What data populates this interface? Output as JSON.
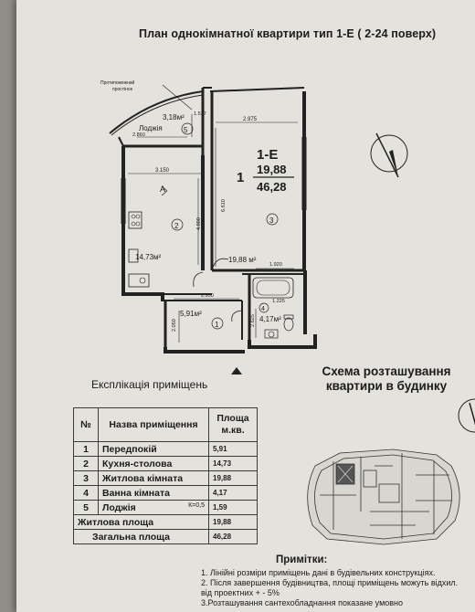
{
  "title": "План однокімнатної квартири тип 1-Е ( 2-24 поверх)",
  "plan": {
    "apartment_type": "1-Е",
    "rooms_count": "1",
    "living_area": "19,88",
    "total_area": "46,28",
    "window_note_line1": "Протипожежний",
    "window_note_line2": "простінок",
    "loggia_label": "Лоджія",
    "labels": {
      "loggia_area": "3,18м²",
      "kitchen_area": "14,73м²",
      "living_room_area": "19,88 м²",
      "hallway_area": "5,91м²",
      "bath_area": "4,17м²",
      "room_1": "1",
      "room_2": "2",
      "room_3": "3",
      "room_4": "4",
      "room_5": "5",
      "arrow_a": "А"
    },
    "dimensions": {
      "d2975": "2.975",
      "d3150": "3.150",
      "d4800": "4.800",
      "d6610": "6.610",
      "d1920": "1.920",
      "d2950": "2.950",
      "d2050": "2.050",
      "d1517": "1.517",
      "d2860": "2.860",
      "d2625": "2.625",
      "d1225": "1.225"
    }
  },
  "explication_title": "Експлікація приміщень",
  "scheme_title_line1": "Схема розташування",
  "scheme_title_line2": "квартири в будинку",
  "table": {
    "col_num": "№",
    "col_name": "Назва приміщення",
    "col_area_line1": "Площа",
    "col_area_line2": "м.кв.",
    "rows": [
      {
        "num": "1",
        "name": "Передпокій",
        "area": "5,91"
      },
      {
        "num": "2",
        "name": "Кухня-столова",
        "area": "14,73"
      },
      {
        "num": "3",
        "name": "Житлова кімната",
        "area": "19,88"
      },
      {
        "num": "4",
        "name": "Ванна кімната",
        "area": "4,17"
      },
      {
        "num": "5",
        "name": "Лоджія",
        "coef": "К=0,5",
        "area": "1,59"
      }
    ],
    "living_label": "Житлова площа",
    "living_value": "19,88",
    "total_label": "Загальна площа",
    "total_value": "46,28"
  },
  "notes": {
    "title": "Примітки:",
    "lines": [
      "1. Лінійні розміри приміщень дані в будівельних конструкціях.",
      "2. Після завершення будівництва, площі приміщень можуть відхил.",
      "від проектних + - 5%",
      "3.Розташування сантехобладнання показане умовно"
    ]
  },
  "colors": {
    "paper": "#e4e2dc",
    "ink": "#1c1c1c",
    "background": "#8f8d88"
  }
}
